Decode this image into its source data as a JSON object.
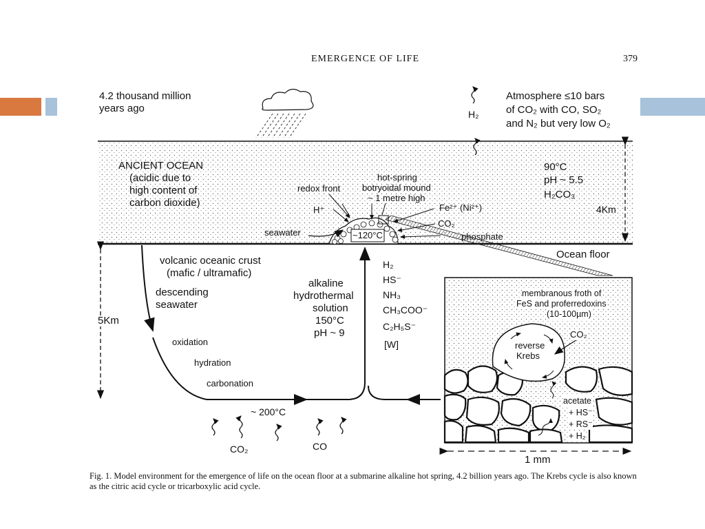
{
  "slide": {
    "accent_colors": {
      "orange": "#d9783f",
      "blue": "#a7c2da"
    }
  },
  "page_header": {
    "running_title": "EMERGENCE OF LIFE",
    "page_number": "379"
  },
  "figure": {
    "top_left": {
      "line1": "4.2 thousand million",
      "line2": "years ago"
    },
    "h2_label": "H₂",
    "atmosphere": {
      "line1": "Atmosphere ≤10 bars",
      "line2": "of CO₂ with CO, SO₂",
      "line3": "and N₂ but very low O₂"
    },
    "ocean": {
      "line1": "ANCIENT OCEAN",
      "line2": "(acidic due to",
      "line3": "high content of",
      "line4": "carbon dioxide)"
    },
    "ocean_props": {
      "temp": "90°C",
      "ph": "pH ~ 5.5",
      "acid": "H₂CO₃"
    },
    "depth_ocean": "4Km",
    "hot_spring": {
      "line1": "hot-spring",
      "line2": "botryoidal mound",
      "line3": "~ 1 metre high"
    },
    "redox_front": "redox front",
    "h_plus": "H⁺",
    "seawater": "seawater",
    "mound_temp": "~120°C",
    "fe_ni": "Fe²⁺ (Ni²⁺)",
    "co2_right": "CO₂",
    "phosphate": "phosphate",
    "ocean_floor": "Ocean floor",
    "crust": {
      "line1": "volcanic oceanic  crust",
      "line2": "(mafic / ultramafic)"
    },
    "descending": {
      "line1": "descending",
      "line2": "seawater"
    },
    "depth_crust": "5Km",
    "processes": [
      "oxidation",
      "hydration",
      "carbonation"
    ],
    "hydrothermal": {
      "line1": "alkaline",
      "line2": "hydrothermal",
      "line3": "solution",
      "line4": "150°C",
      "line5": "pH ~ 9"
    },
    "solutes": [
      "H₂",
      "HS⁻",
      "NH₃",
      "CH₃COO⁻",
      "C₂H₅S⁻",
      "[W]"
    ],
    "deep_temp": "~ 200°C",
    "bottom_gases": {
      "co2": "CO₂",
      "co": "CO"
    },
    "inset": {
      "froth": {
        "line1": "membranous froth of",
        "line2": "FeS and proferredoxins",
        "line3": "(10-100µm)"
      },
      "co2": "CO₂",
      "krebs": {
        "line1": "reverse",
        "line2": "Krebs"
      },
      "acetate": "acetate",
      "hs": "+ HS⁻",
      "rs": "+ RS⁻",
      "h2": "+ H₂",
      "scale": "1 mm"
    }
  },
  "caption": "Fig. 1. Model environment for the emergence of life on the ocean floor at a submarine alkaline hot spring, 4.2 billion years ago. The Krebs cycle is also known as the citric acid cycle or tricarboxylic acid cycle."
}
